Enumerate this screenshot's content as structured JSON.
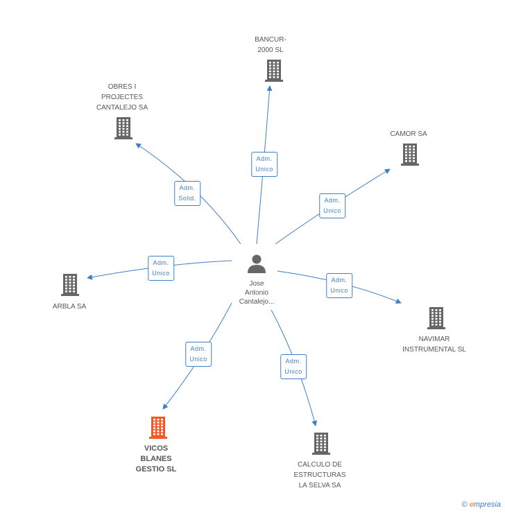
{
  "center": {
    "name": "Jose\nAntonio\nCantalejo...",
    "icon": "person-icon"
  },
  "companies": [
    {
      "id": "bancur",
      "label": "BANCUR-\n2000 SL",
      "role": "Adm.\nUnico",
      "color": "#666666"
    },
    {
      "id": "obres",
      "label": "OBRES I\nPROJECTES\nCANTALEJO SA",
      "role": "Adm.\nSolid.",
      "color": "#666666"
    },
    {
      "id": "camor",
      "label": "CAMOR SA",
      "role": "Adm.\nUnico",
      "color": "#666666"
    },
    {
      "id": "arbla",
      "label": "ARBLA SA",
      "role": "Adm.\nUnico",
      "color": "#666666"
    },
    {
      "id": "navimar",
      "label": "NAVIMAR\nINSTRUMENTAL SL",
      "role": "Adm.\nUnico",
      "color": "#666666"
    },
    {
      "id": "vicos",
      "label": "VICOS\nBLANES\nGESTIO SL",
      "role": "Adm.\nUnico",
      "color": "#f05a28",
      "highlight": true
    },
    {
      "id": "calculo",
      "label": "CALCULO DE\nESTRUCTURAS\nLA SELVA SA",
      "role": "Adm.\nUnico",
      "color": "#666666"
    }
  ],
  "footer": {
    "copyright": "©",
    "brand_initial": "e",
    "brand_rest": "mpresia"
  },
  "colors": {
    "edge": "#3d7fc7",
    "building": "#666666",
    "highlight": "#f05a28",
    "person": "#666666"
  }
}
